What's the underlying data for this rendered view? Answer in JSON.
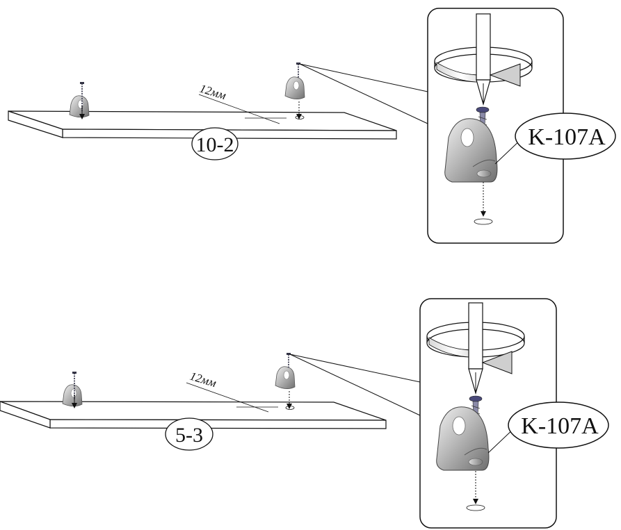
{
  "steps": [
    {
      "part_label": "10-2",
      "hole_offset": "12мм",
      "fitting_code": "K-107A"
    },
    {
      "part_label": "5-3",
      "hole_offset": "12мм",
      "fitting_code": "K-107A"
    }
  ]
}
